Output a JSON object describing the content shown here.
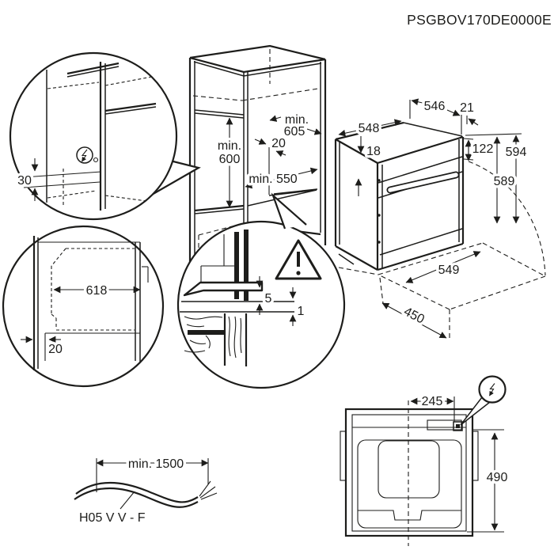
{
  "title": "PSGBOV170DE0000E",
  "colors": {
    "line": "#1d1d1b",
    "background": "#ffffff"
  },
  "cabinet": {
    "niche_width_prefix": "min.",
    "niche_width_value": "605",
    "niche_height_prefix": "min.",
    "niche_height_value": "600",
    "rear_vent_gap": "20",
    "niche_depth": "min. 550"
  },
  "wall_detail": {
    "plinth_recess": "30"
  },
  "side_detail": {
    "appliance_depth": "618",
    "plinth_gap": "20"
  },
  "front_gap_detail": {
    "top_clearance": "5",
    "bottom_clearance": "1"
  },
  "oven": {
    "body_width": "548",
    "front_width": "546",
    "frame_overhang": "21",
    "top_clearance": "18",
    "panel_height": "122",
    "height_front": "594",
    "height_back": "589",
    "body_depth": "549",
    "door_open_depth": "450"
  },
  "power_cable": {
    "length": "min. 1500",
    "cable_type": "H05 V V - F"
  },
  "rear_view": {
    "connection_offset_x": "245",
    "connection_offset_y": "490"
  }
}
